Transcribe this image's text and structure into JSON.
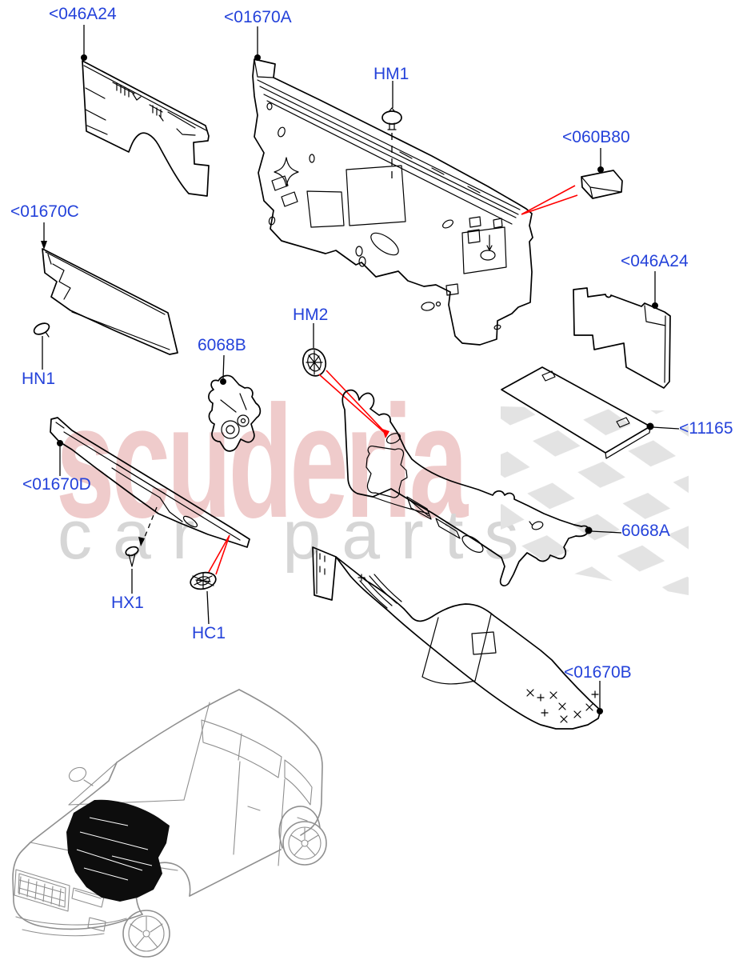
{
  "watermark": {
    "brand": "scuderia",
    "tagline": "car parts"
  },
  "parts": {
    "insulator_dash_front_left": {
      "label": "<046A24"
    },
    "panel_dash": {
      "label": "<01670A"
    },
    "clip_hm1": {
      "label": "HM1"
    },
    "insulator_block": {
      "label": "<060B80"
    },
    "insulator_side_left": {
      "label": "<01670C"
    },
    "insulator_dash_rear_right": {
      "label": "<046A24"
    },
    "clip_hm2": {
      "label": "HM2"
    },
    "insulator_cowl_side": {
      "label": "6068B"
    },
    "nut_hn1": {
      "label": "HN1"
    },
    "insulator_mat": {
      "label": "<11165"
    },
    "insulator_cowl_top": {
      "label": "<01670D"
    },
    "insulator_dash_main": {
      "label": "6068A"
    },
    "screw_hx1": {
      "label": "HX1"
    },
    "clip_hc1": {
      "label": "HC1"
    },
    "insulator_tunnel": {
      "label": "<01670B"
    }
  },
  "colors": {
    "label_blue": "#2442da",
    "leader_black": "#000000",
    "pointer_red": "#ff0000",
    "watermark_pink": "#e9bcbc",
    "watermark_gray": "#d6d6d6",
    "checker_gray": "#e3e3e3",
    "car_outline_gray": "#8f8f8f"
  }
}
